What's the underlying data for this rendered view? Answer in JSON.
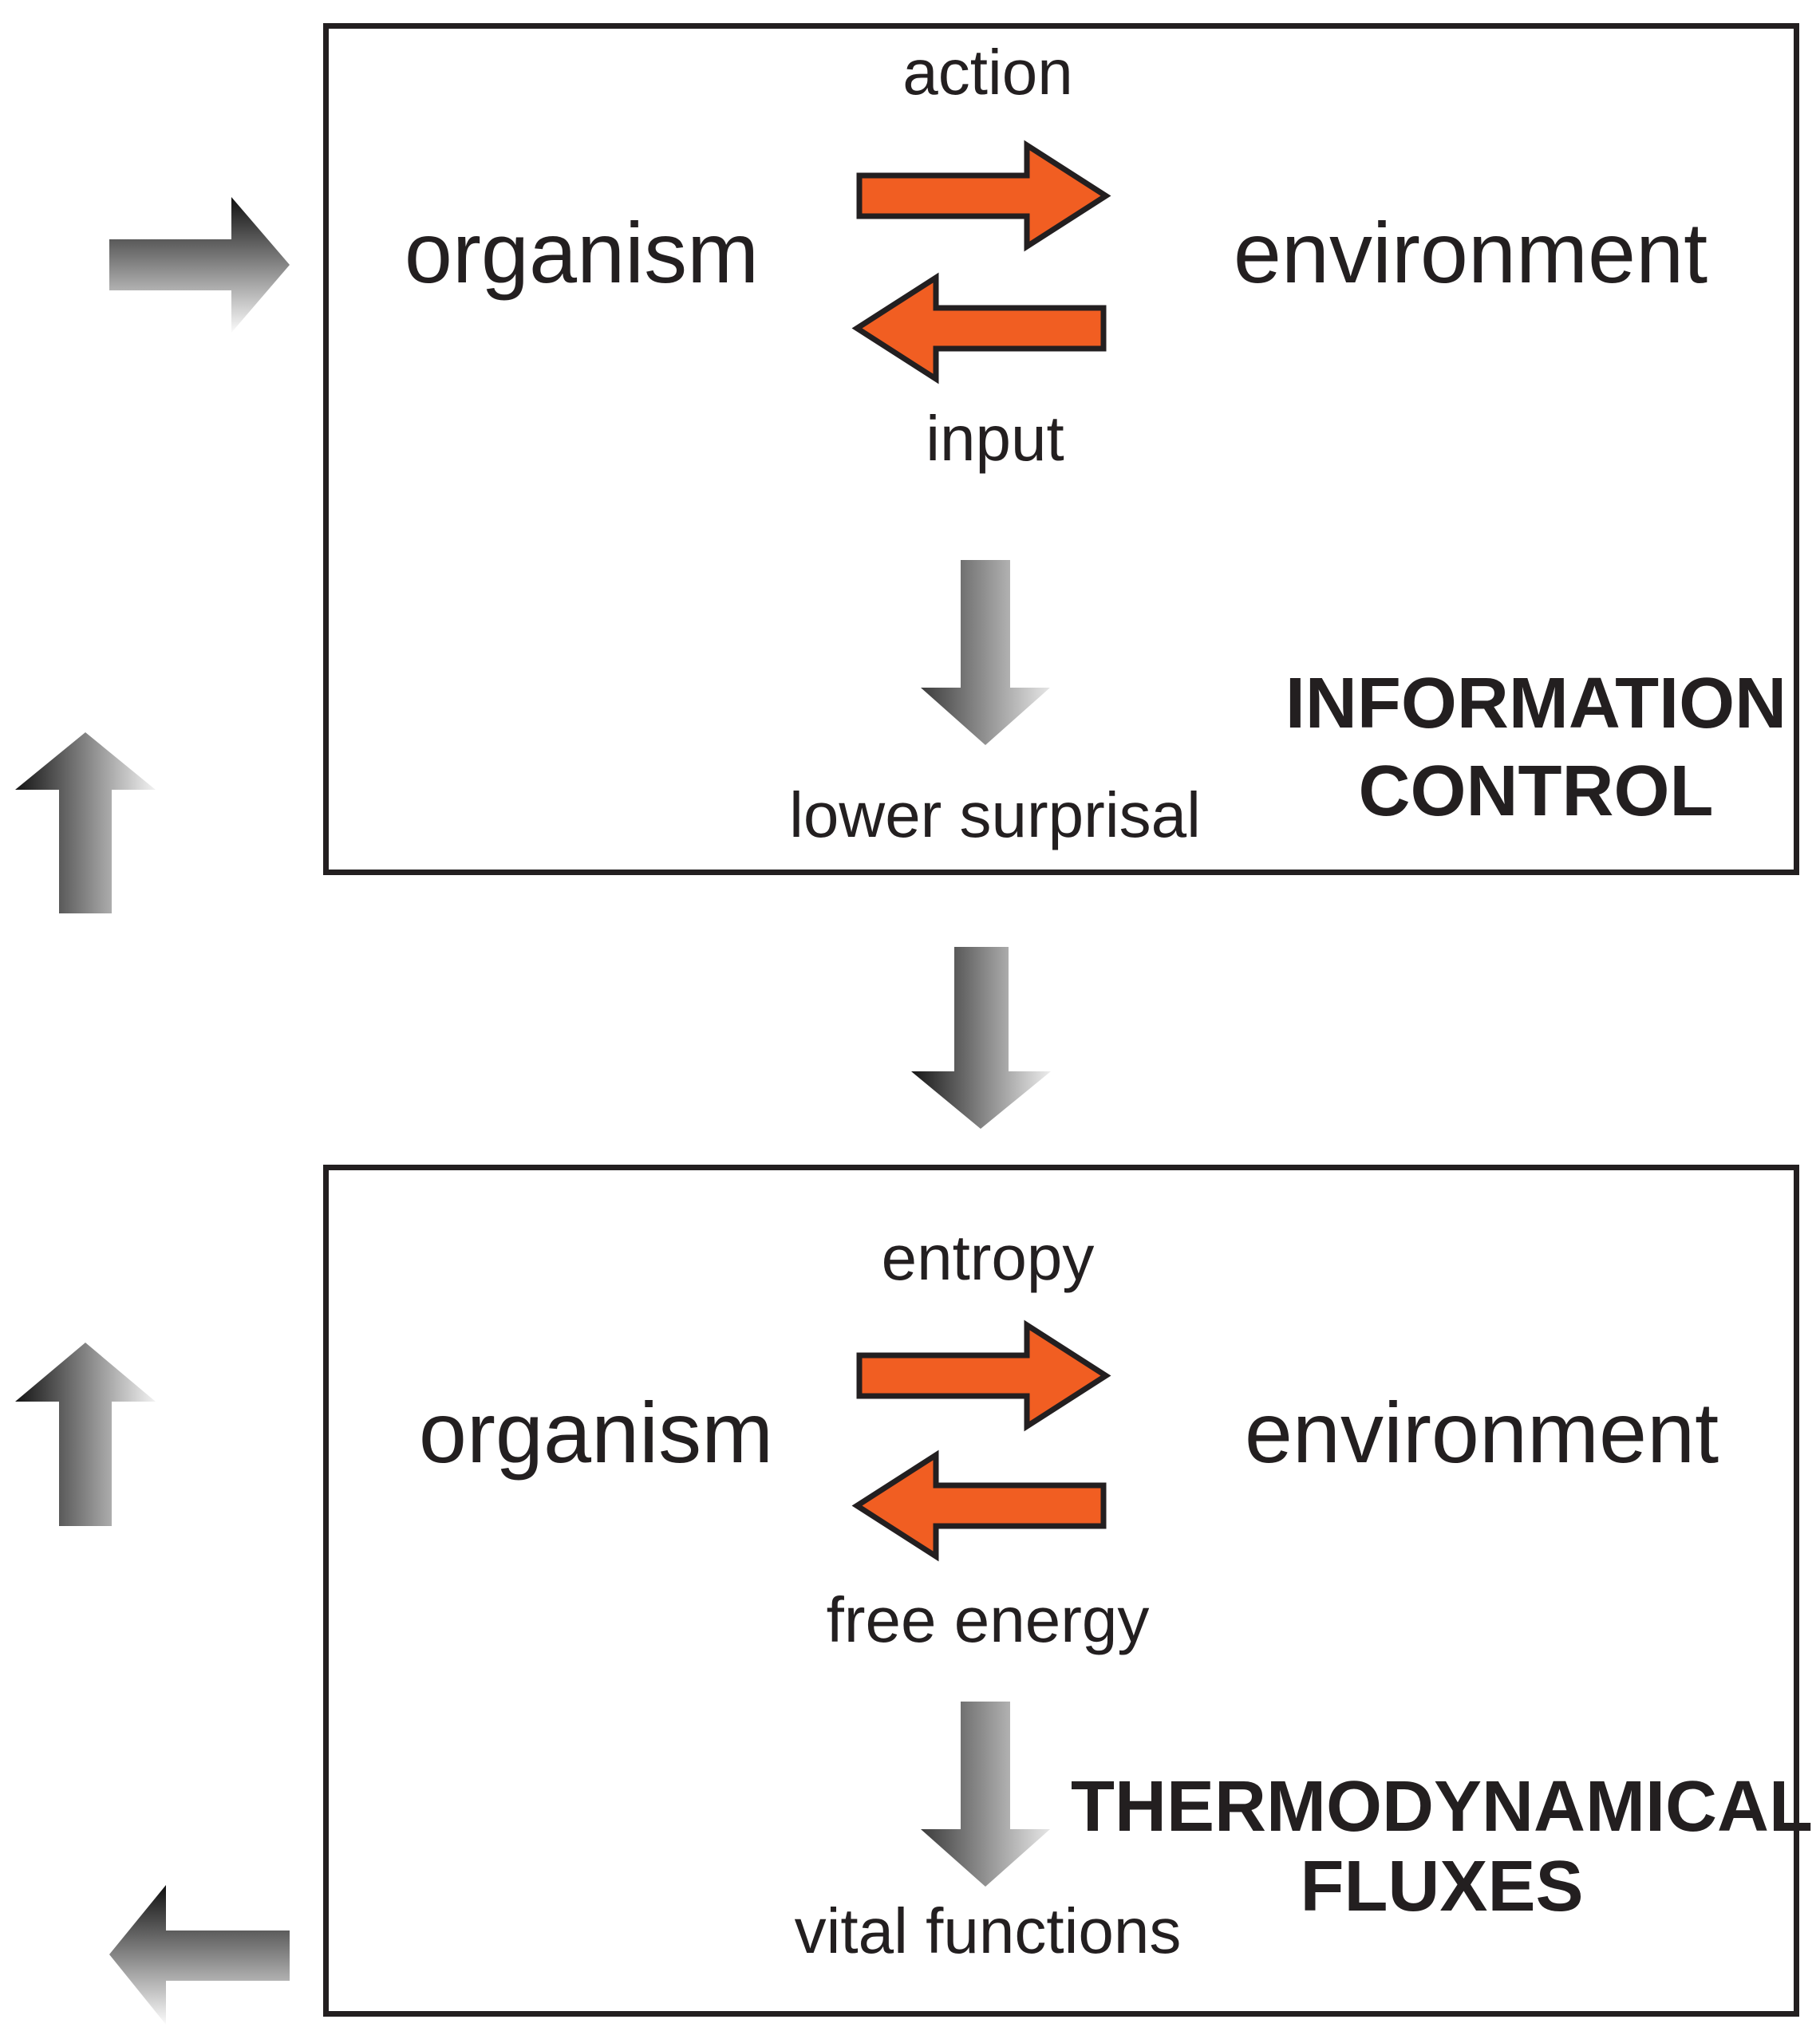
{
  "diagram": {
    "background_color": "#ffffff",
    "text_color": "#231f20",
    "orange_arrow_fill": "#f15e22",
    "arrow_outline_color": "#231f20",
    "gray_gradient_dark": "#141414",
    "gray_gradient_light": "#f6f6f6",
    "boxes": [
      {
        "id": "information-control",
        "title_line1": "INFORMATION",
        "title_line2": "CONTROL",
        "left_node": "organism",
        "right_node": "environment",
        "forward_flow_label": "action",
        "backward_flow_label": "input",
        "result_label": "lower surprisal"
      },
      {
        "id": "thermodynamical-fluxes",
        "title_line1": "THERMODYNAMICAL",
        "title_line2": "FLUXES",
        "left_node": "organism",
        "right_node": "environment",
        "forward_flow_label": "entropy",
        "backward_flow_label": "free energy",
        "result_label": "vital functions"
      }
    ],
    "external_arrows": [
      {
        "name": "external-input-right-arrow",
        "direction": "right"
      },
      {
        "name": "feedback-up-arrow-top",
        "direction": "up"
      },
      {
        "name": "inter-box-down-arrow",
        "direction": "down"
      },
      {
        "name": "feedback-up-arrow-bottom",
        "direction": "up"
      },
      {
        "name": "external-output-left-arrow",
        "direction": "left"
      }
    ]
  }
}
